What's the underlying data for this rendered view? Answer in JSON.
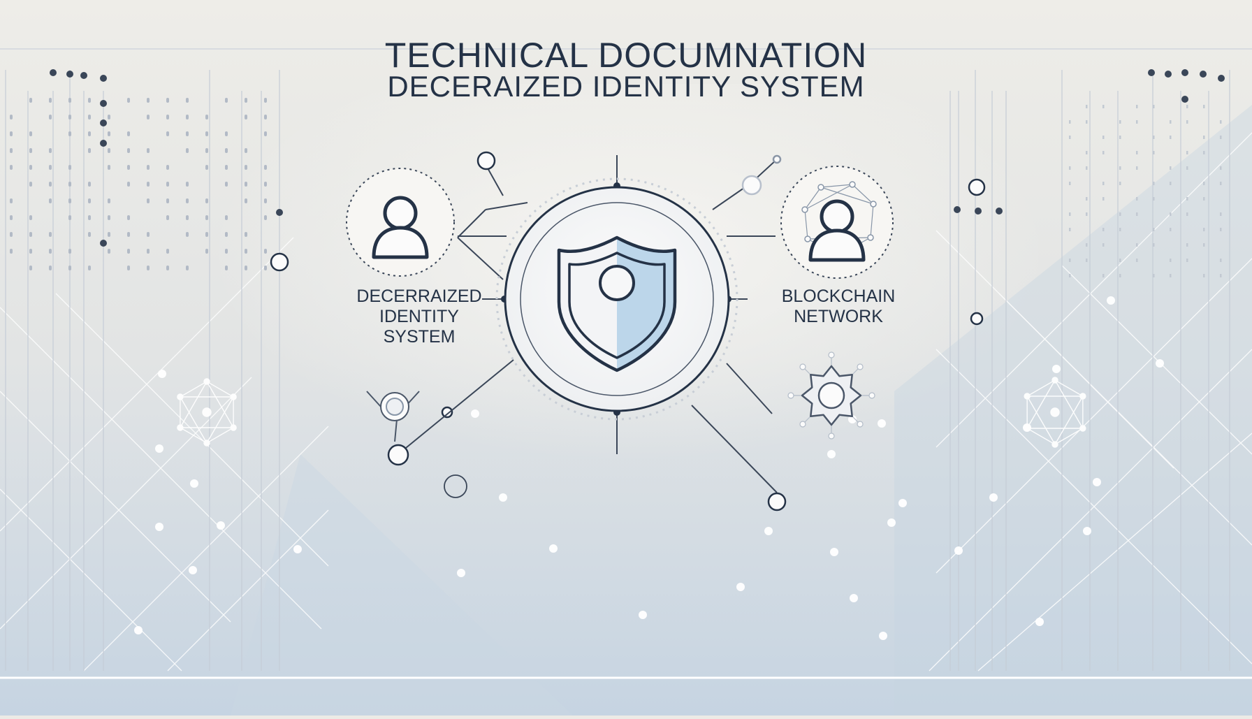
{
  "title": {
    "line1": "TECHNICAL DOCUMNATION",
    "line2": "DECERAIZED IDENTITY SYSTEM"
  },
  "nodes": {
    "identity": {
      "icon": "user-icon",
      "label_lines": [
        "DECERRAIZED",
        "IDENTITY",
        "SYSTEM"
      ]
    },
    "security": {
      "icon": "shield-icon"
    },
    "blockchain": {
      "icon": "user-network-icon",
      "label_lines": [
        "BLOCKCHAIN",
        "NETWORK"
      ]
    }
  },
  "colors": {
    "ink": "#243246",
    "background_light": "#ecebe6",
    "background_blue": "#c3d3e2",
    "accent_blue": "#b9d2e6"
  }
}
